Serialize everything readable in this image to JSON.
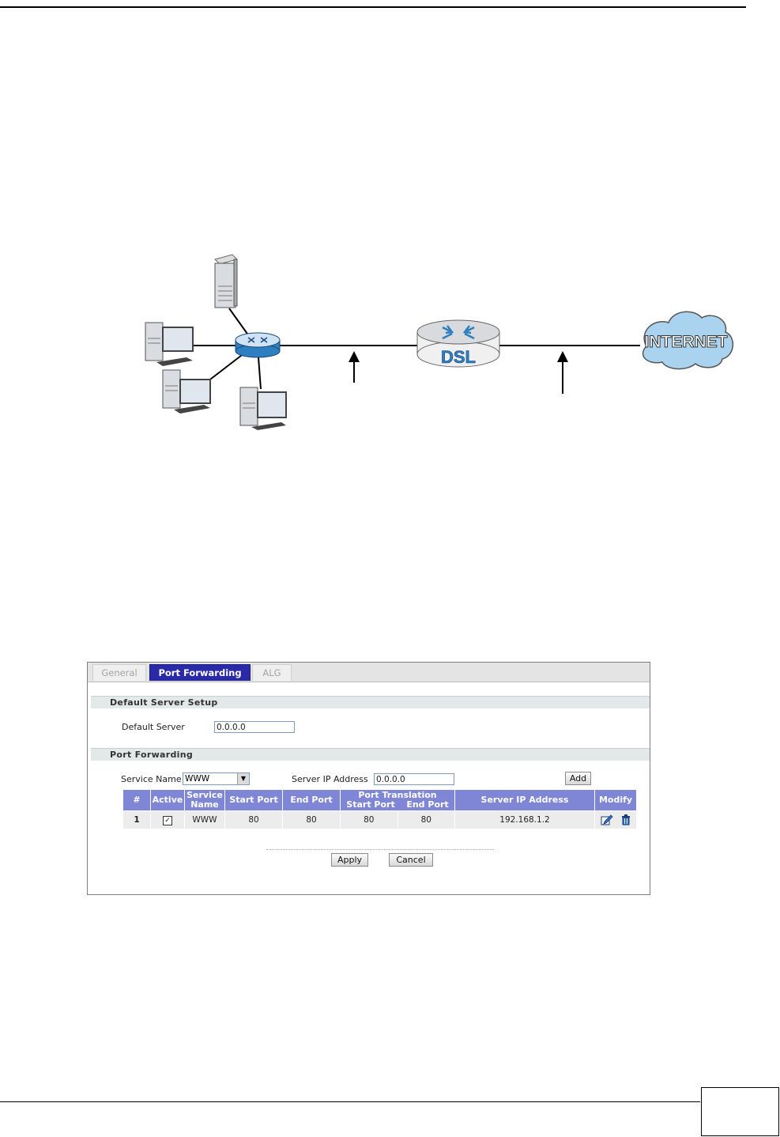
{
  "diagram": {
    "dsl_label": "DSL",
    "internet_label": "INTERNET"
  },
  "screenshot": {
    "tabs": [
      "General",
      "Port Forwarding",
      "ALG"
    ],
    "default_server_section": "Default Server Setup",
    "default_server_label": "Default Server",
    "default_server_value": "0.0.0.0",
    "port_forwarding_section": "Port Forwarding",
    "service_name_label": "Service Name",
    "service_name_value": "WWW",
    "server_ip_label": "Server IP Address",
    "server_ip_value": "0.0.0.0",
    "add_label": "Add",
    "table": {
      "headers": {
        "num": "#",
        "active": "Active",
        "service_name_l1": "Service",
        "service_name_l2": "Name",
        "start_port": "Start Port",
        "end_port": "End Port",
        "port_translation": "Port Translation",
        "pt_start": "Start Port",
        "pt_end": "End Port",
        "server_ip": "Server IP Address",
        "modify": "Modify"
      },
      "rows": [
        {
          "num": "1",
          "active": true,
          "service": "WWW",
          "start": "80",
          "end": "80",
          "pt_start": "80",
          "pt_end": "80",
          "ip": "192.168.1.2"
        }
      ]
    },
    "apply_label": "Apply",
    "cancel_label": "Cancel"
  },
  "colors": {
    "tab_active": "#2a2aa8",
    "table_header": "#7f86d6",
    "cloud": "#a9d3ef"
  }
}
